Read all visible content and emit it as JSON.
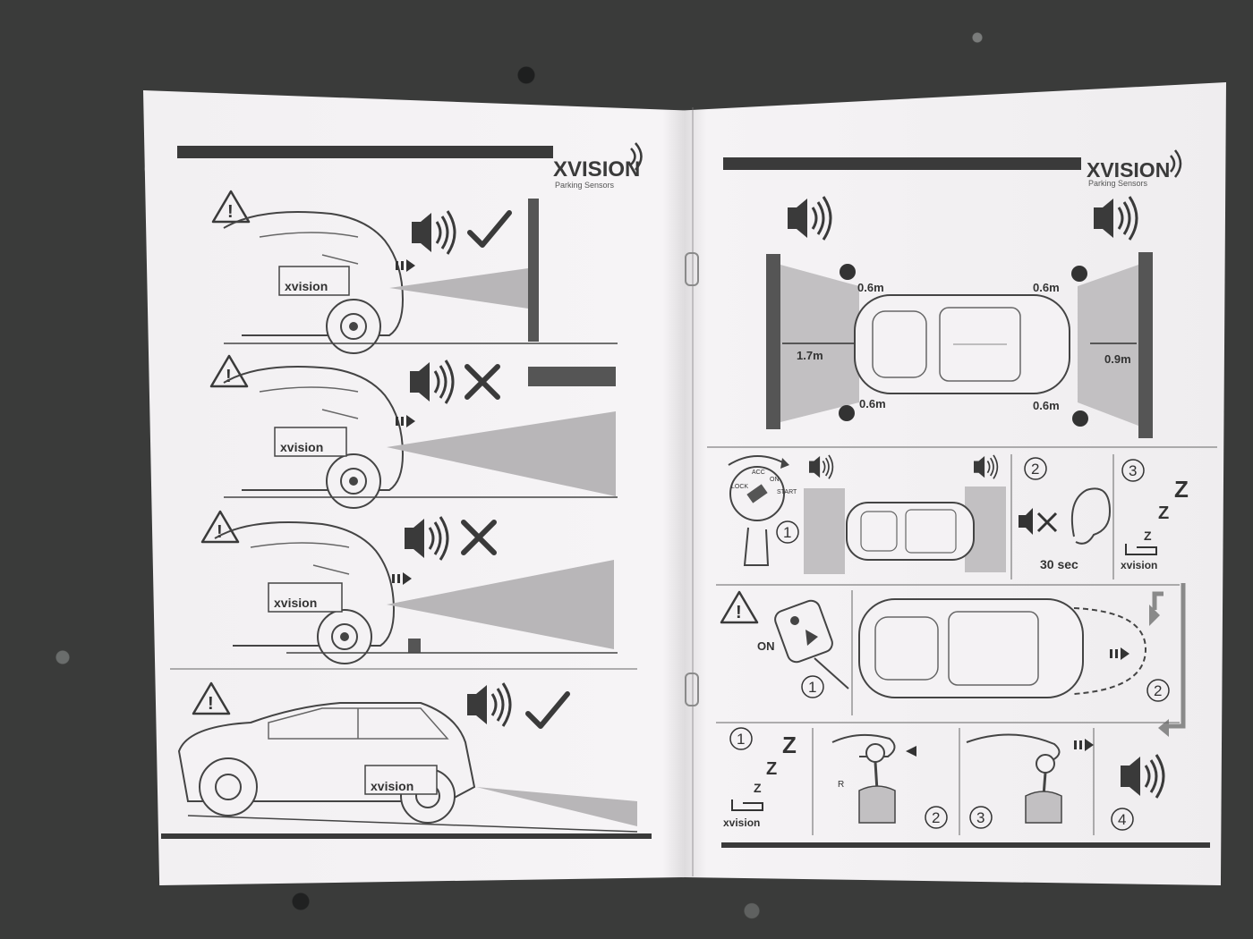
{
  "brand": {
    "name": "XVISION",
    "tagline": "Parking Sensors",
    "badge_text": "xvision"
  },
  "colors": {
    "paper": "#f4f2f4",
    "ink": "#3a3a3a",
    "beam": "#b8b6b8",
    "bar": "#555555"
  },
  "left_page": {
    "panels": [
      {
        "warning": "!",
        "beep": true,
        "result": "check-icon",
        "obstacle": "wall"
      },
      {
        "warning": "!",
        "beep": true,
        "result": "cross-icon",
        "obstacle": "overhead-beam"
      },
      {
        "warning": "!",
        "beep": true,
        "result": "cross-icon",
        "obstacle": "low-block"
      },
      {
        "warning": "!",
        "beep": true,
        "result": "check-icon",
        "obstacle": "slope"
      }
    ]
  },
  "right_page": {
    "distances": {
      "front_corner_tl": "0.6m",
      "front_corner_bl": "0.6m",
      "rear_corner_tr": "0.6m",
      "rear_corner_br": "0.6m",
      "front_center": "1.7m",
      "rear_center": "0.9m"
    },
    "ignition": {
      "lock": "LOCK",
      "acc": "ACC",
      "on": "ON",
      "start": "START"
    },
    "steps": {
      "one": "1",
      "two": "2",
      "three": "3",
      "four": "4"
    },
    "mute_duration": "30 sec",
    "sleep_letters": [
      "Z",
      "Z",
      "Z"
    ],
    "handbrake_label": "ON",
    "gear_label": "R"
  }
}
